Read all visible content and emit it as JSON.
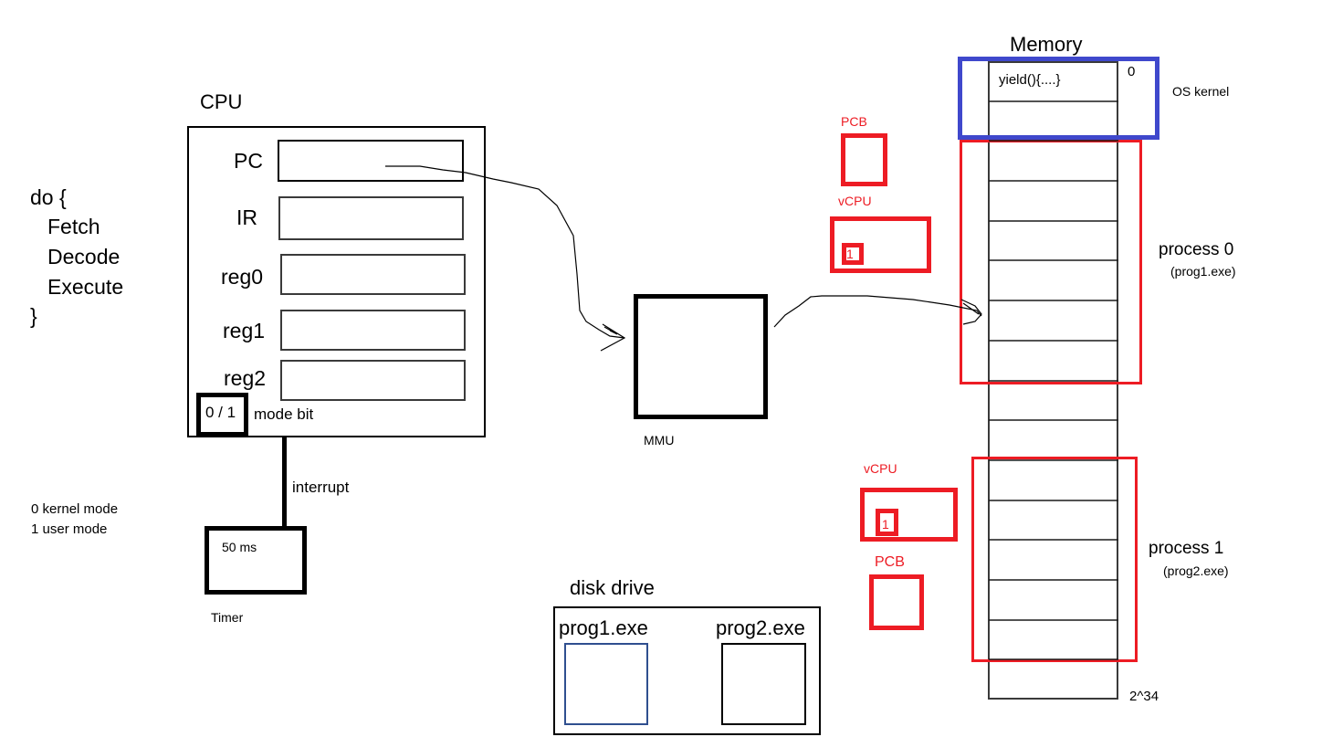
{
  "colors": {
    "black": "#000000",
    "red": "#ed1c24",
    "blue": "#3f48cc",
    "navy": "#2f4f8f",
    "grey": "#3a3a3a"
  },
  "loop": {
    "lines": [
      "do {",
      "Fetch",
      "Decode",
      "Execute",
      "}"
    ]
  },
  "mode_legend": {
    "lines": [
      "0 kernel mode",
      "1 user mode"
    ]
  },
  "cpu": {
    "title": "CPU",
    "registers": [
      {
        "label": "PC"
      },
      {
        "label": "IR"
      },
      {
        "label": "reg0"
      },
      {
        "label": "reg1"
      },
      {
        "label": "reg2"
      }
    ],
    "mode_bit_value": "0 / 1",
    "mode_bit_label": "mode bit"
  },
  "interrupt_label": "interrupt",
  "timer": {
    "value": "50 ms",
    "label": "Timer"
  },
  "mmu": {
    "label": "MMU"
  },
  "disk": {
    "title": "disk drive",
    "files": [
      {
        "name": "prog1.exe"
      },
      {
        "name": "prog2.exe"
      }
    ]
  },
  "pcb_top": {
    "label": "PCB"
  },
  "vcpu_top": {
    "label": "vCPU",
    "mode_value": "1"
  },
  "vcpu_bottom": {
    "label": "vCPU",
    "mode_value": "1"
  },
  "pcb_bottom": {
    "label": "PCB"
  },
  "memory": {
    "title": "Memory",
    "first_cell": "yield(){....}",
    "start_address": "0",
    "end_address": "2^34",
    "cell_count": 16,
    "regions": [
      {
        "name": "OS kernel",
        "sub": ""
      },
      {
        "name": "process 0",
        "sub": "(prog1.exe)"
      },
      {
        "name": "process 1",
        "sub": "(prog2.exe)"
      }
    ]
  }
}
